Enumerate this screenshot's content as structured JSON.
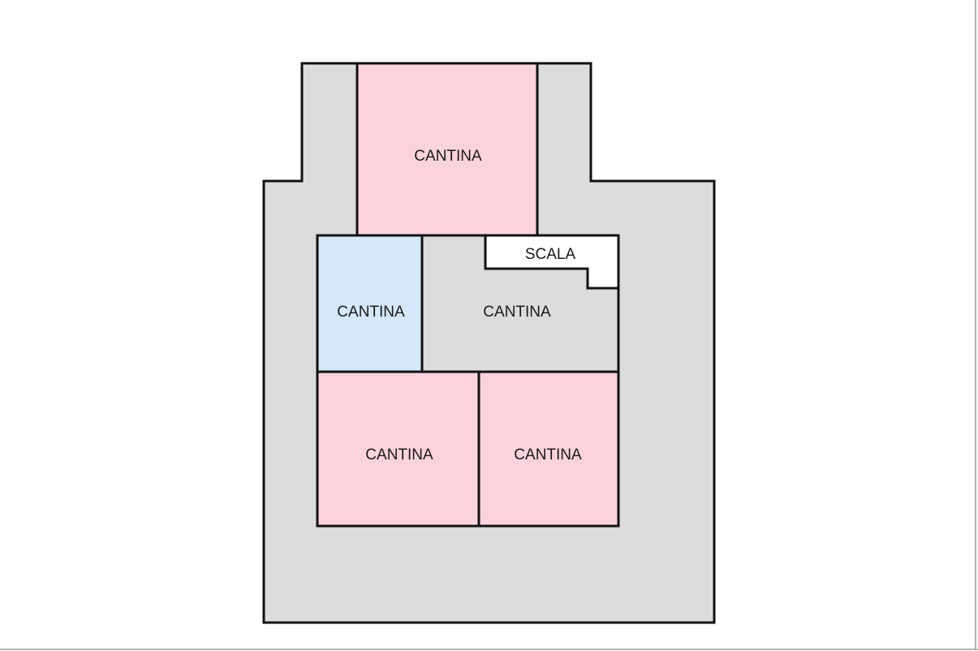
{
  "floorplan": {
    "colors": {
      "background": "#ffffff",
      "corridor": "#dcdcdc",
      "cellar_pink": "#fbd3dc",
      "cellar_blue": "#d4e8f9",
      "cellar_grey": "#dcdcdc",
      "stair": "#ffffff",
      "wall": "#111111"
    },
    "rooms": {
      "top": {
        "label": "CANTINA"
      },
      "left_blue": {
        "label": "CANTINA"
      },
      "center_grey": {
        "label": "CANTINA"
      },
      "bottom_left": {
        "label": "CANTINA"
      },
      "bottom_right": {
        "label": "CANTINA"
      },
      "stair": {
        "label": "SCALA"
      }
    }
  }
}
